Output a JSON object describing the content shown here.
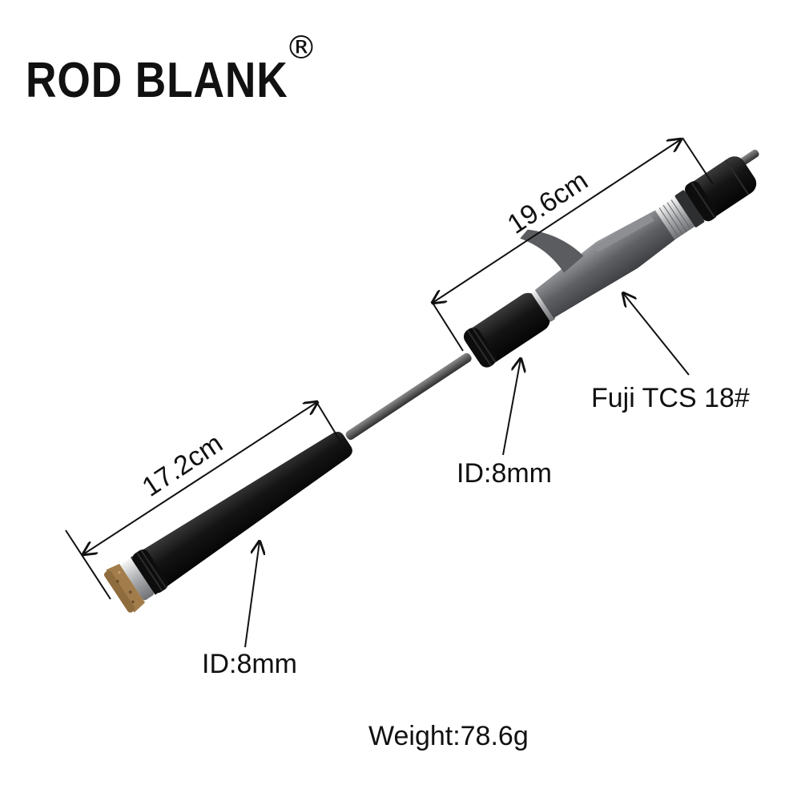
{
  "brand": {
    "name": "ROD BLANK",
    "registered_mark": "®"
  },
  "dimensions": {
    "handle_length": "19.6cm",
    "rear_grip_length": "17.2cm"
  },
  "labels": {
    "reel_seat": "Fuji TCS 18#",
    "front_grip_id": "ID:8mm",
    "rear_grip_id": "ID:8mm",
    "weight": "Weight:78.6g"
  },
  "colors": {
    "text": "#111111",
    "eva_foam": "#1a1a1a",
    "reel_seat": "#6b6d70",
    "blank": "#4a4a4a",
    "cork": "#b08a56",
    "metal": "#d0d2d4"
  }
}
